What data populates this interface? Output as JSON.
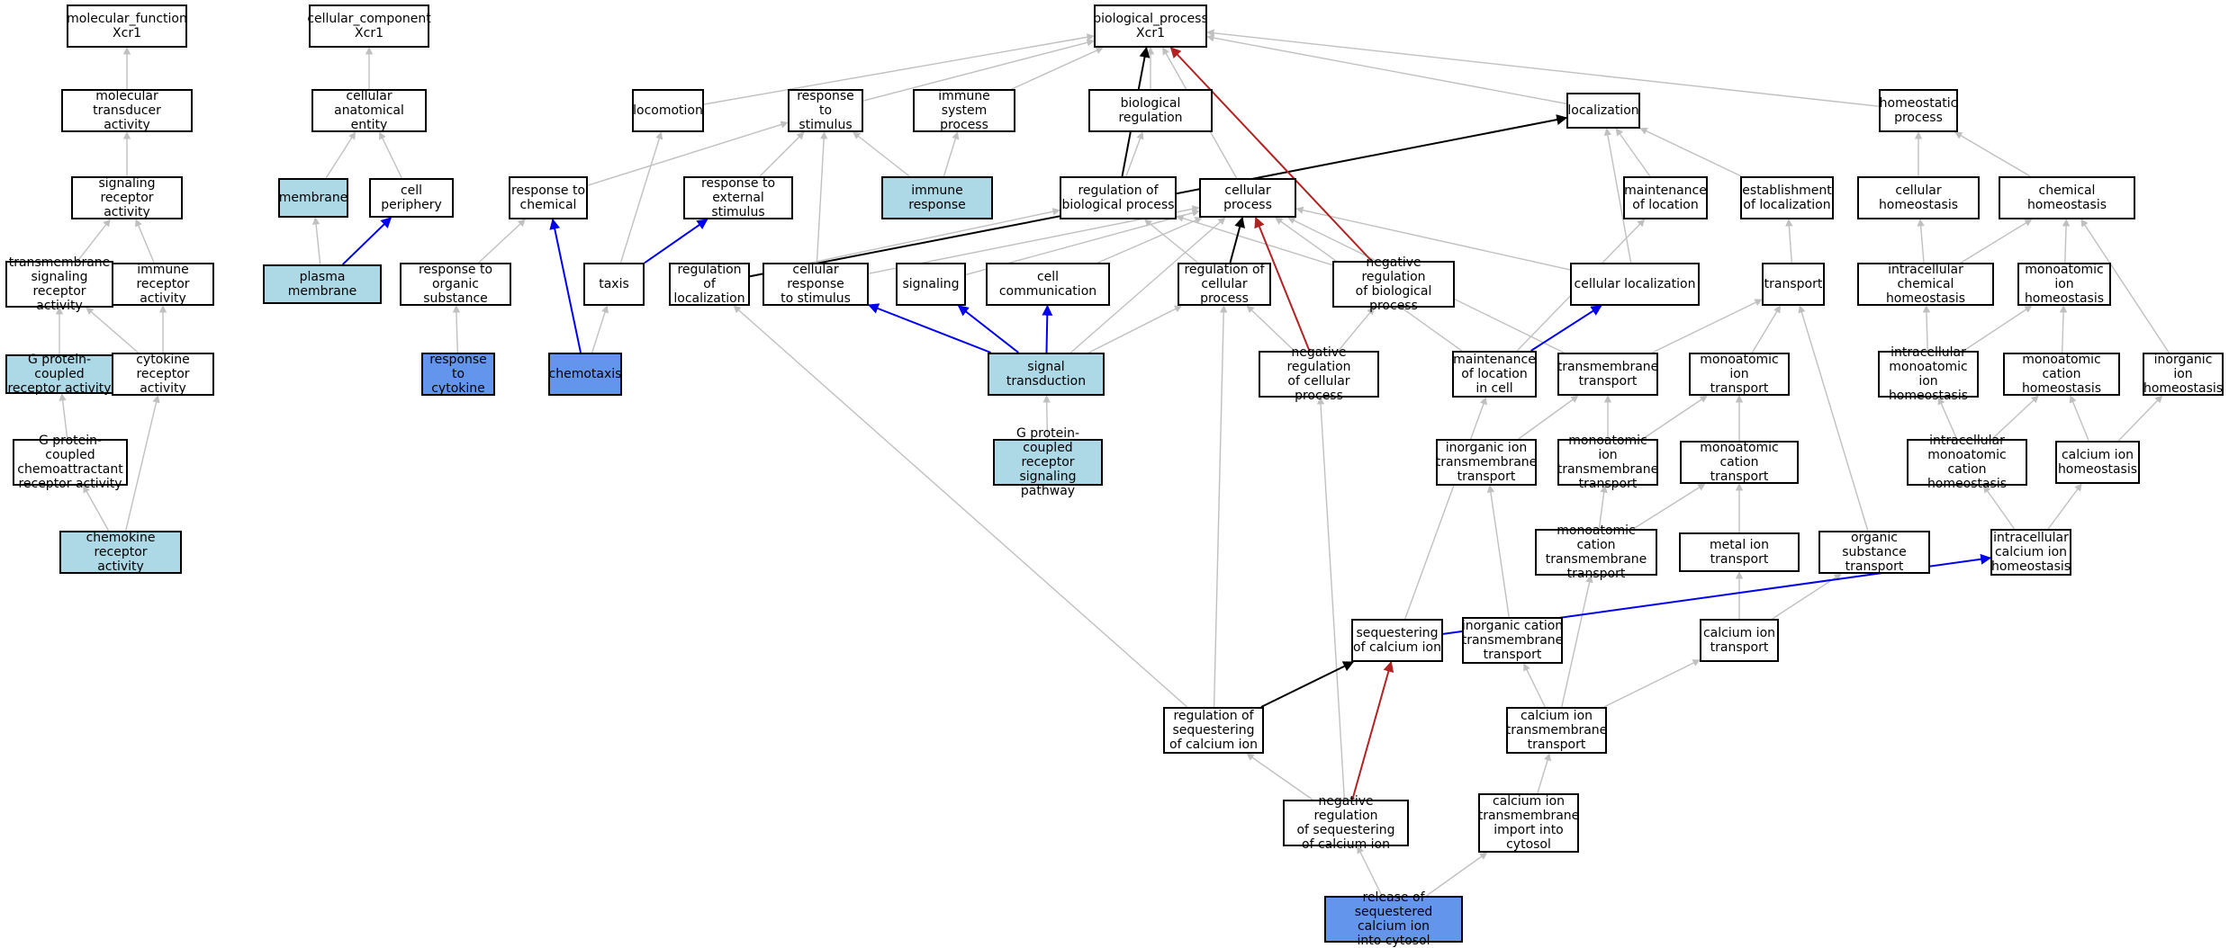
{
  "colors": {
    "gray": "#c0c0c0",
    "black": "#000000",
    "red": "#b22222",
    "blue": "#0000ee",
    "light_fill": "#add8e6",
    "blue_fill": "#6495ed"
  },
  "nodes": [
    {
      "id": "mf",
      "label": "molecular_function\nXcr1",
      "fill": "plain"
    },
    {
      "id": "mta",
      "label": "molecular transducer\nactivity",
      "fill": "plain"
    },
    {
      "id": "sra",
      "label": "signaling receptor\nactivity",
      "fill": "plain"
    },
    {
      "id": "tsra",
      "label": "transmembrane\nsignaling receptor\nactivity",
      "fill": "plain"
    },
    {
      "id": "ira",
      "label": "immune receptor\nactivity",
      "fill": "plain"
    },
    {
      "id": "gpcr",
      "label": "G protein-coupled\nreceptor activity",
      "fill": "light"
    },
    {
      "id": "cra",
      "label": "cytokine receptor\nactivity",
      "fill": "plain"
    },
    {
      "id": "gpcca",
      "label": "G protein-coupled\nchemoattractant\nreceptor activity",
      "fill": "plain"
    },
    {
      "id": "ckra",
      "label": "chemokine receptor\nactivity",
      "fill": "light"
    },
    {
      "id": "cc",
      "label": "cellular_component\nXcr1",
      "fill": "plain"
    },
    {
      "id": "cae",
      "label": "cellular anatomical\nentity",
      "fill": "plain"
    },
    {
      "id": "mem",
      "label": "membrane",
      "fill": "light"
    },
    {
      "id": "cp",
      "label": "cell periphery",
      "fill": "plain"
    },
    {
      "id": "pm",
      "label": "plasma membrane",
      "fill": "light"
    },
    {
      "id": "bp",
      "label": "biological_process\nXcr1",
      "fill": "plain"
    },
    {
      "id": "loco",
      "label": "locomotion",
      "fill": "plain"
    },
    {
      "id": "rts",
      "label": "response to\nstimulus",
      "fill": "plain"
    },
    {
      "id": "isp",
      "label": "immune system\nprocess",
      "fill": "plain"
    },
    {
      "id": "breg",
      "label": "biological regulation",
      "fill": "plain"
    },
    {
      "id": "loc",
      "label": "localization",
      "fill": "plain"
    },
    {
      "id": "hp",
      "label": "homeostatic\nprocess",
      "fill": "plain"
    },
    {
      "id": "rtc",
      "label": "response to\nchemical",
      "fill": "plain"
    },
    {
      "id": "rtes",
      "label": "response to\nexternal stimulus",
      "fill": "plain"
    },
    {
      "id": "ir",
      "label": "immune response",
      "fill": "light"
    },
    {
      "id": "rbp",
      "label": "regulation of\nbiological process",
      "fill": "plain"
    },
    {
      "id": "cpr",
      "label": "cellular process",
      "fill": "plain"
    },
    {
      "id": "mol",
      "label": "maintenance\nof location",
      "fill": "plain"
    },
    {
      "id": "eol",
      "label": "establishment\nof localization",
      "fill": "plain"
    },
    {
      "id": "chom",
      "label": "cellular homeostasis",
      "fill": "plain"
    },
    {
      "id": "chem",
      "label": "chemical homeostasis",
      "fill": "plain"
    },
    {
      "id": "rtos",
      "label": "response to\norganic substance",
      "fill": "plain"
    },
    {
      "id": "taxis",
      "label": "taxis",
      "fill": "plain"
    },
    {
      "id": "rol",
      "label": "regulation of\nlocalization",
      "fill": "plain"
    },
    {
      "id": "crts",
      "label": "cellular response\nto stimulus",
      "fill": "plain"
    },
    {
      "id": "sig",
      "label": "signaling",
      "fill": "plain"
    },
    {
      "id": "ccom",
      "label": "cell communication",
      "fill": "plain"
    },
    {
      "id": "rcp",
      "label": "regulation of\ncellular process",
      "fill": "plain"
    },
    {
      "id": "nrbp",
      "label": "negative regulation\nof biological\nprocess",
      "fill": "plain"
    },
    {
      "id": "cloc",
      "label": "cellular localization",
      "fill": "plain"
    },
    {
      "id": "tran",
      "label": "transport",
      "fill": "plain"
    },
    {
      "id": "ichom",
      "label": "intracellular\nchemical homeostasis",
      "fill": "plain"
    },
    {
      "id": "mih",
      "label": "monoatomic ion\nhomeostasis",
      "fill": "plain"
    },
    {
      "id": "rtcy",
      "label": "response to\ncytokine",
      "fill": "blue"
    },
    {
      "id": "chemo",
      "label": "chemotaxis",
      "fill": "blue"
    },
    {
      "id": "st",
      "label": "signal transduction",
      "fill": "light"
    },
    {
      "id": "nrcp",
      "label": "negative regulation\nof cellular\nprocess",
      "fill": "plain"
    },
    {
      "id": "molc",
      "label": "maintenance\nof location\nin cell",
      "fill": "plain"
    },
    {
      "id": "tmt",
      "label": "transmembrane\ntransport",
      "fill": "plain"
    },
    {
      "id": "mit",
      "label": "monoatomic ion\ntransport",
      "fill": "plain"
    },
    {
      "id": "imih",
      "label": "intracellular\nmonoatomic ion\nhomeostasis",
      "fill": "plain"
    },
    {
      "id": "mch",
      "label": "monoatomic cation\nhomeostasis",
      "fill": "plain"
    },
    {
      "id": "iih",
      "label": "inorganic ion\nhomeostasis",
      "fill": "plain"
    },
    {
      "id": "gpcsp",
      "label": "G protein-coupled\nreceptor signaling\npathway",
      "fill": "light"
    },
    {
      "id": "iitt",
      "label": "inorganic ion\ntransmembrane\ntransport",
      "fill": "plain"
    },
    {
      "id": "mitt",
      "label": "monoatomic ion\ntransmembrane\ntransport",
      "fill": "plain"
    },
    {
      "id": "mct",
      "label": "monoatomic cation\ntransport",
      "fill": "plain"
    },
    {
      "id": "imch",
      "label": "intracellular\nmonoatomic cation\nhomeostasis",
      "fill": "plain"
    },
    {
      "id": "cih",
      "label": "calcium ion\nhomeostasis",
      "fill": "plain"
    },
    {
      "id": "mctt",
      "label": "monoatomic cation\ntransmembrane\ntransport",
      "fill": "plain"
    },
    {
      "id": "metal",
      "label": "metal ion transport",
      "fill": "plain"
    },
    {
      "id": "ost",
      "label": "organic substance\ntransport",
      "fill": "plain"
    },
    {
      "id": "icih",
      "label": "intracellular\ncalcium ion\nhomeostasis",
      "fill": "plain"
    },
    {
      "id": "seq",
      "label": "sequestering\nof calcium ion",
      "fill": "plain"
    },
    {
      "id": "ictt",
      "label": "inorganic cation\ntransmembrane\ntransport",
      "fill": "plain"
    },
    {
      "id": "cit",
      "label": "calcium ion\ntransport",
      "fill": "plain"
    },
    {
      "id": "rseq",
      "label": "regulation of\nsequestering\nof calcium ion",
      "fill": "plain"
    },
    {
      "id": "citt",
      "label": "calcium ion\ntransmembrane\ntransport",
      "fill": "plain"
    },
    {
      "id": "nrseq",
      "label": "negative regulation\nof sequestering\nof calcium ion",
      "fill": "plain"
    },
    {
      "id": "citic",
      "label": "calcium ion\ntransmembrane\nimport into\ncytosol",
      "fill": "plain"
    },
    {
      "id": "rel",
      "label": "release of sequestered\ncalcium ion\ninto cytosol",
      "fill": "blue"
    }
  ],
  "edges": [
    {
      "from": "mta",
      "to": "mf",
      "color": "gray"
    },
    {
      "from": "sra",
      "to": "mta",
      "color": "gray"
    },
    {
      "from": "tsra",
      "to": "sra",
      "color": "gray"
    },
    {
      "from": "ira",
      "to": "sra",
      "color": "gray"
    },
    {
      "from": "gpcr",
      "to": "tsra",
      "color": "gray"
    },
    {
      "from": "cra",
      "to": "tsra",
      "color": "gray"
    },
    {
      "from": "cra",
      "to": "ira",
      "color": "gray"
    },
    {
      "from": "gpcca",
      "to": "gpcr",
      "color": "gray"
    },
    {
      "from": "ckra",
      "to": "gpcca",
      "color": "gray"
    },
    {
      "from": "ckra",
      "to": "cra",
      "color": "gray"
    },
    {
      "from": "cae",
      "to": "cc",
      "color": "gray"
    },
    {
      "from": "mem",
      "to": "cae",
      "color": "gray"
    },
    {
      "from": "cp",
      "to": "cae",
      "color": "gray"
    },
    {
      "from": "pm",
      "to": "mem",
      "color": "gray"
    },
    {
      "from": "pm",
      "to": "cp",
      "color": "blue"
    },
    {
      "from": "loco",
      "to": "bp",
      "color": "gray"
    },
    {
      "from": "rts",
      "to": "bp",
      "color": "gray"
    },
    {
      "from": "isp",
      "to": "bp",
      "color": "gray"
    },
    {
      "from": "breg",
      "to": "bp",
      "color": "gray"
    },
    {
      "from": "loc",
      "to": "bp",
      "color": "gray"
    },
    {
      "from": "hp",
      "to": "bp",
      "color": "gray"
    },
    {
      "from": "cpr",
      "to": "bp",
      "color": "gray"
    },
    {
      "from": "rbp",
      "to": "bp",
      "color": "black"
    },
    {
      "from": "nrbp",
      "to": "bp",
      "color": "red"
    },
    {
      "from": "rtc",
      "to": "rts",
      "color": "gray"
    },
    {
      "from": "rtes",
      "to": "rts",
      "color": "gray"
    },
    {
      "from": "ir",
      "to": "rts",
      "color": "gray"
    },
    {
      "from": "ir",
      "to": "isp",
      "color": "gray"
    },
    {
      "from": "rbp",
      "to": "breg",
      "color": "gray"
    },
    {
      "from": "mol",
      "to": "loc",
      "color": "gray"
    },
    {
      "from": "eol",
      "to": "loc",
      "color": "gray"
    },
    {
      "from": "cloc",
      "to": "loc",
      "color": "gray"
    },
    {
      "from": "rol",
      "to": "loc",
      "color": "black"
    },
    {
      "from": "chom",
      "to": "hp",
      "color": "gray"
    },
    {
      "from": "chem",
      "to": "hp",
      "color": "gray"
    },
    {
      "from": "rtos",
      "to": "rtc",
      "color": "gray"
    },
    {
      "from": "chemo",
      "to": "rtc",
      "color": "blue"
    },
    {
      "from": "taxis",
      "to": "loco",
      "color": "gray"
    },
    {
      "from": "taxis",
      "to": "rtes",
      "color": "blue"
    },
    {
      "from": "rol",
      "to": "rbp",
      "color": "gray"
    },
    {
      "from": "crts",
      "to": "rts",
      "color": "gray"
    },
    {
      "from": "crts",
      "to": "cpr",
      "color": "gray"
    },
    {
      "from": "sig",
      "to": "cpr",
      "color": "gray"
    },
    {
      "from": "ccom",
      "to": "cpr",
      "color": "gray"
    },
    {
      "from": "rcp",
      "to": "rbp",
      "color": "gray"
    },
    {
      "from": "rcp",
      "to": "cpr",
      "color": "black"
    },
    {
      "from": "nrbp",
      "to": "rbp",
      "color": "gray"
    },
    {
      "from": "cloc",
      "to": "cpr",
      "color": "gray"
    },
    {
      "from": "molc",
      "to": "cpr",
      "color": "gray"
    },
    {
      "from": "molc",
      "to": "mol",
      "color": "gray"
    },
    {
      "from": "molc",
      "to": "cloc",
      "color": "blue"
    },
    {
      "from": "tran",
      "to": "eol",
      "color": "gray"
    },
    {
      "from": "tmt",
      "to": "cpr",
      "color": "gray"
    },
    {
      "from": "ichom",
      "to": "chom",
      "color": "gray"
    },
    {
      "from": "ichom",
      "to": "chem",
      "color": "gray"
    },
    {
      "from": "mih",
      "to": "chem",
      "color": "gray"
    },
    {
      "from": "iih",
      "to": "chem",
      "color": "gray"
    },
    {
      "from": "rtcy",
      "to": "rtos",
      "color": "gray"
    },
    {
      "from": "chemo",
      "to": "taxis",
      "color": "gray"
    },
    {
      "from": "st",
      "to": "crts",
      "color": "blue"
    },
    {
      "from": "st",
      "to": "sig",
      "color": "blue"
    },
    {
      "from": "st",
      "to": "ccom",
      "color": "blue"
    },
    {
      "from": "st",
      "to": "rcp",
      "color": "gray"
    },
    {
      "from": "st",
      "to": "cpr",
      "color": "gray"
    },
    {
      "from": "nrcp",
      "to": "rcp",
      "color": "gray"
    },
    {
      "from": "nrcp",
      "to": "nrbp",
      "color": "gray"
    },
    {
      "from": "nrcp",
      "to": "cpr",
      "color": "red"
    },
    {
      "from": "tmt",
      "to": "tran",
      "color": "gray"
    },
    {
      "from": "mit",
      "to": "tran",
      "color": "gray"
    },
    {
      "from": "imih",
      "to": "ichom",
      "color": "gray"
    },
    {
      "from": "imih",
      "to": "mih",
      "color": "gray"
    },
    {
      "from": "mch",
      "to": "mih",
      "color": "gray"
    },
    {
      "from": "gpcsp",
      "to": "st",
      "color": "gray"
    },
    {
      "from": "iitt",
      "to": "tmt",
      "color": "gray"
    },
    {
      "from": "mitt",
      "to": "tmt",
      "color": "gray"
    },
    {
      "from": "mitt",
      "to": "mit",
      "color": "gray"
    },
    {
      "from": "mct",
      "to": "mit",
      "color": "gray"
    },
    {
      "from": "imch",
      "to": "imih",
      "color": "gray"
    },
    {
      "from": "imch",
      "to": "mch",
      "color": "gray"
    },
    {
      "from": "cih",
      "to": "mch",
      "color": "gray"
    },
    {
      "from": "cih",
      "to": "iih",
      "color": "gray"
    },
    {
      "from": "mctt",
      "to": "mitt",
      "color": "gray"
    },
    {
      "from": "mctt",
      "to": "mct",
      "color": "gray"
    },
    {
      "from": "metal",
      "to": "mct",
      "color": "gray"
    },
    {
      "from": "ost",
      "to": "tran",
      "color": "gray"
    },
    {
      "from": "icih",
      "to": "imch",
      "color": "gray"
    },
    {
      "from": "icih",
      "to": "cih",
      "color": "gray"
    },
    {
      "from": "seq",
      "to": "molc",
      "color": "gray"
    },
    {
      "from": "seq",
      "to": "icih",
      "color": "blue"
    },
    {
      "from": "ictt",
      "to": "iitt",
      "color": "gray"
    },
    {
      "from": "cit",
      "to": "metal",
      "color": "gray"
    },
    {
      "from": "cit",
      "to": "ost",
      "color": "gray"
    },
    {
      "from": "rseq",
      "to": "rol",
      "color": "gray"
    },
    {
      "from": "rseq",
      "to": "rcp",
      "color": "gray"
    },
    {
      "from": "rseq",
      "to": "seq",
      "color": "black"
    },
    {
      "from": "citt",
      "to": "ictt",
      "color": "gray"
    },
    {
      "from": "citt",
      "to": "mctt",
      "color": "gray"
    },
    {
      "from": "citt",
      "to": "cit",
      "color": "gray"
    },
    {
      "from": "nrseq",
      "to": "rseq",
      "color": "gray"
    },
    {
      "from": "nrseq",
      "to": "nrcp",
      "color": "gray"
    },
    {
      "from": "nrseq",
      "to": "seq",
      "color": "red"
    },
    {
      "from": "citic",
      "to": "citt",
      "color": "gray"
    },
    {
      "from": "rel",
      "to": "nrseq",
      "color": "gray"
    },
    {
      "from": "rel",
      "to": "citic",
      "color": "gray"
    }
  ]
}
